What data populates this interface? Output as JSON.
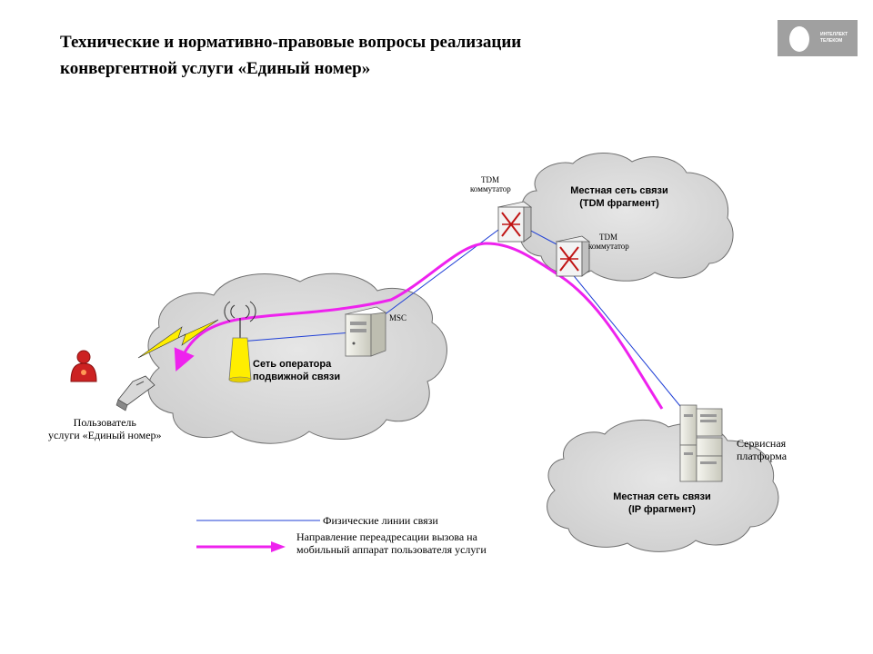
{
  "header": {
    "title_line1": "Технические и нормативно-правовые вопросы реализации",
    "title_line2": "конвергентной услуги «Единый номер»",
    "logo_line1": "ИНТЕЛЛЕКТ",
    "logo_line2": "ТЕЛЕКОМ"
  },
  "nodes": {
    "tdm_switch_1": {
      "line1": "TDM",
      "line2": "коммутатор"
    },
    "tdm_switch_2": {
      "line1": "TDM",
      "line2": "коммутатор"
    },
    "msc": "MSC",
    "service_platform": {
      "line1": "Сервисная",
      "line2": "платформа"
    },
    "user": {
      "line1": "Пользователь",
      "line2": "услуги «Единый номер»"
    }
  },
  "clouds": {
    "tdm": {
      "line1": "Местная  сеть связи",
      "line2": "(TDM фрагмент)"
    },
    "mobile": {
      "line1": "Сеть оператора",
      "line2": "подвижной связи"
    },
    "ip": {
      "line1": "Местная сеть связи",
      "line2": "(IP фрагмент)"
    }
  },
  "legend": {
    "physical": "Физические линии связи",
    "redirect_line1": "Направление переадресации вызова на",
    "redirect_line2": "мобильный аппарат пользователя услуги"
  },
  "colors": {
    "cloud_fill": "#dcdcdc",
    "cloud_stroke": "#707070",
    "physical_line": "#1f3fd6",
    "redirect_line": "#ee22ee",
    "antenna": "#ffee00",
    "logo_bg": "#a0a0a0"
  }
}
